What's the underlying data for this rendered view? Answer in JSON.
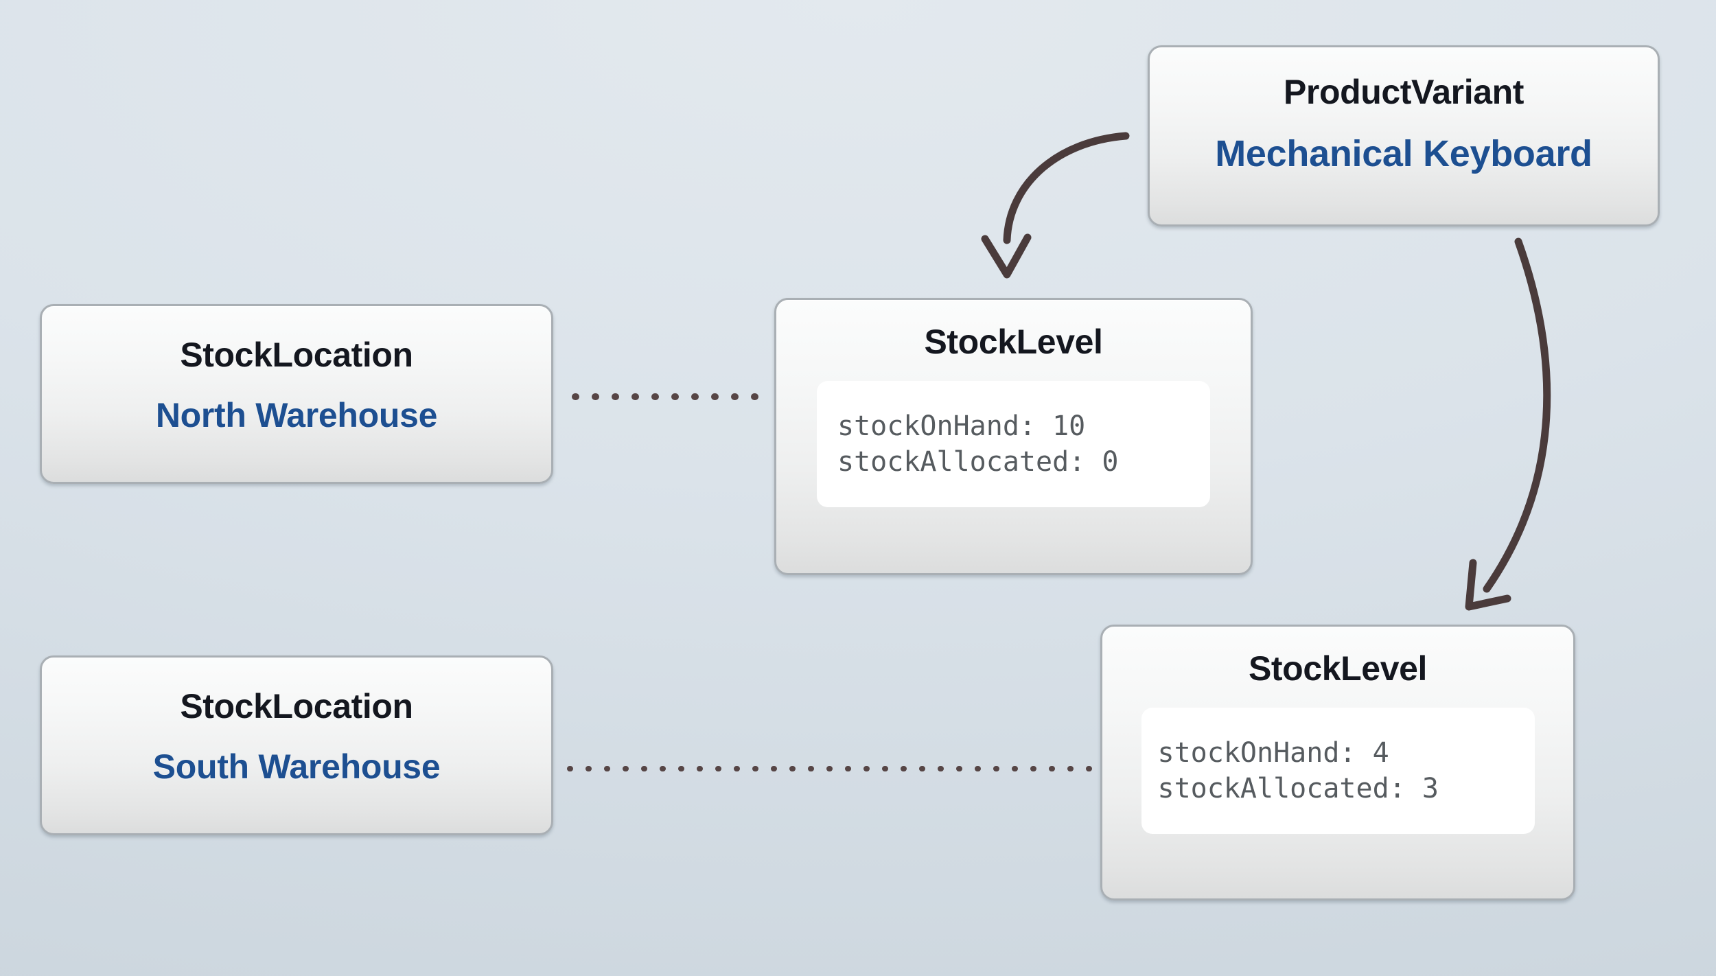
{
  "diagram": {
    "type": "entity-relationship",
    "background_color": "#dbe3ea",
    "node_border_color": "#a9afb4",
    "title_color": "#14171f",
    "subtitle_color": "#1d4f91",
    "attribute_text_color": "#565b5f",
    "edge_color": "#4a3b3b",
    "dotted_edge_color": "#5c4a4a"
  },
  "nodes": {
    "product_variant": {
      "type_label": "ProductVariant",
      "name_label": "Mechanical Keyboard"
    },
    "stock_location_north": {
      "type_label": "StockLocation",
      "name_label": "North Warehouse"
    },
    "stock_location_south": {
      "type_label": "StockLocation",
      "name_label": "South Warehouse"
    },
    "stock_level_north": {
      "type_label": "StockLevel",
      "attributes": [
        "stockOnHand: 10",
        "stockAllocated: 0"
      ]
    },
    "stock_level_south": {
      "type_label": "StockLevel",
      "attributes": [
        "stockOnHand: 4",
        "stockAllocated: 3"
      ]
    }
  },
  "edges": [
    {
      "id": "variant-to-level-north",
      "style": "curved-arrow",
      "from": "product_variant",
      "to": "stock_level_north"
    },
    {
      "id": "variant-to-level-south",
      "style": "curved-arrow",
      "from": "product_variant",
      "to": "stock_level_south"
    },
    {
      "id": "location-north-to-level-north",
      "style": "dotted",
      "from": "stock_location_north",
      "to": "stock_level_north"
    },
    {
      "id": "location-south-to-level-south",
      "style": "dotted",
      "from": "stock_location_south",
      "to": "stock_level_south"
    }
  ]
}
